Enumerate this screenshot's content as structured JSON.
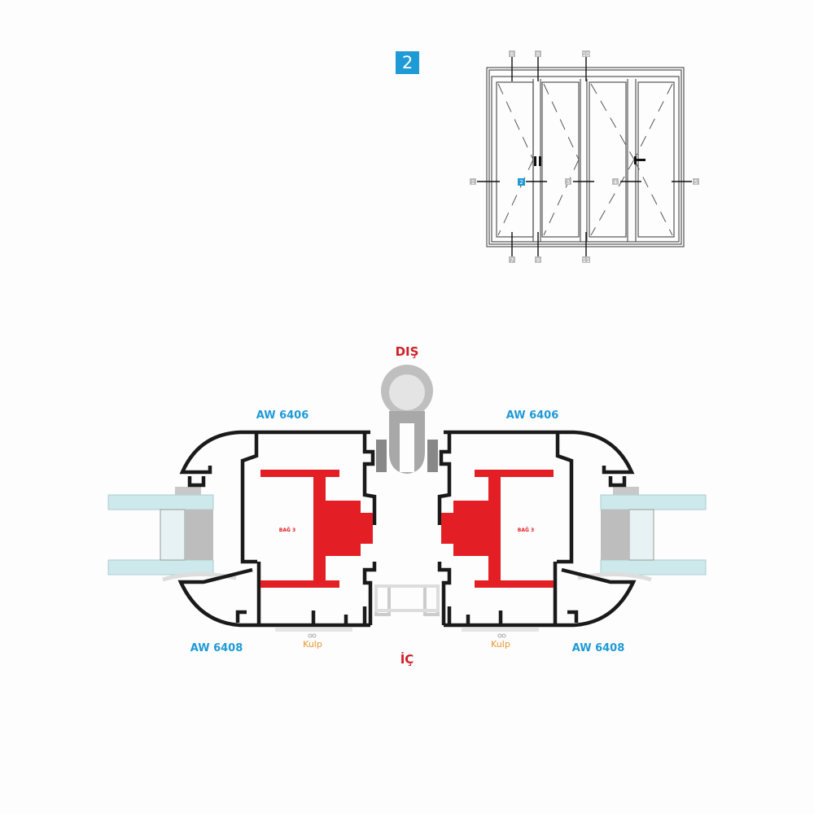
{
  "badge": "2",
  "elevation": {
    "top_labels": [
      "6",
      "8",
      "10"
    ],
    "bottom_labels": [
      "7",
      "9",
      "11"
    ],
    "side_labels": [
      "1",
      "2",
      "3",
      "4",
      "5"
    ],
    "active_label": "2"
  },
  "section": {
    "outside_label": "DIŞ",
    "inside_label": "İÇ",
    "left_top_profile": "AW 6406",
    "right_top_profile": "AW 6406",
    "left_bottom_profile": "AW 6408",
    "right_bottom_profile": "AW 6408",
    "left_handle": "Kulp",
    "right_handle": "Kulp",
    "left_thermal": "BAĞ 3",
    "right_thermal": "BAĞ 3"
  },
  "colors": {
    "accent": "#1e9ad6",
    "red": "#e31e24",
    "handle": "#e8962e",
    "glass": "#cde9ec",
    "profile": "#1a1a1a"
  }
}
